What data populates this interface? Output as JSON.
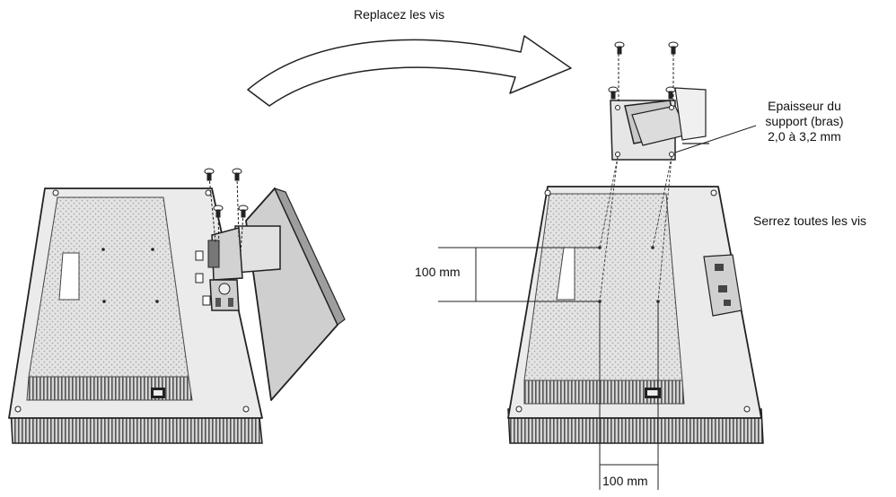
{
  "labels": {
    "replace_screws": "Replacez les vis",
    "arm_thickness": [
      "Epaisseur du",
      "support (bras)",
      "2,0 à 3,2 mm"
    ],
    "tighten_screws": "Serrez toutes les vis",
    "vesa_vertical": "100 mm",
    "vesa_horizontal": "100 mm"
  },
  "colors": {
    "line": "#222222",
    "panel_face": "#e9e9e9",
    "panel_texture": "#cfcfcf",
    "edge": "#bdbdbd",
    "stand": "#d8d8d8"
  }
}
